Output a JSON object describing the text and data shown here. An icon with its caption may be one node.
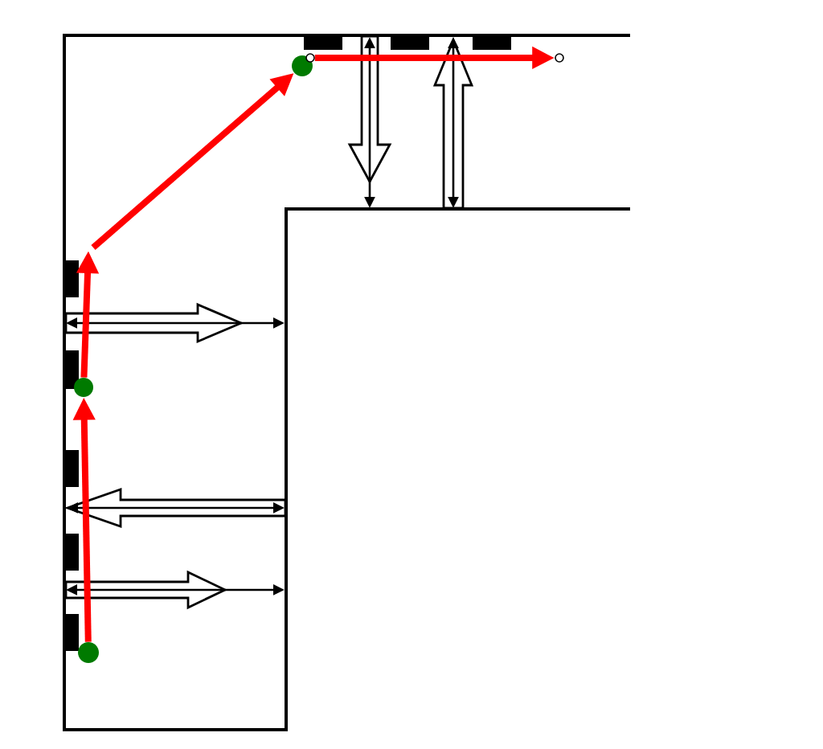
{
  "diagram": {
    "nodes": [
      {
        "text": [],
        "shape": "circle"
      },
      {
        "text": [],
        "shape": "circle"
      },
      {
        "text": [],
        "shape": "circle"
      },
      {
        "text": [],
        "shape": "circle"
      },
      {
        "text": [],
        "shape": "circle"
      }
    ],
    "edges": [
      {
        "from": 0,
        "to": 1,
        "arrow": "to"
      },
      {
        "from": 1,
        "to": null,
        "arrow": "to"
      },
      {
        "from": null,
        "to": 2,
        "arrow": "to"
      },
      {
        "from": 3,
        "to": 4,
        "arrow": "to"
      }
    ]
  }
}
